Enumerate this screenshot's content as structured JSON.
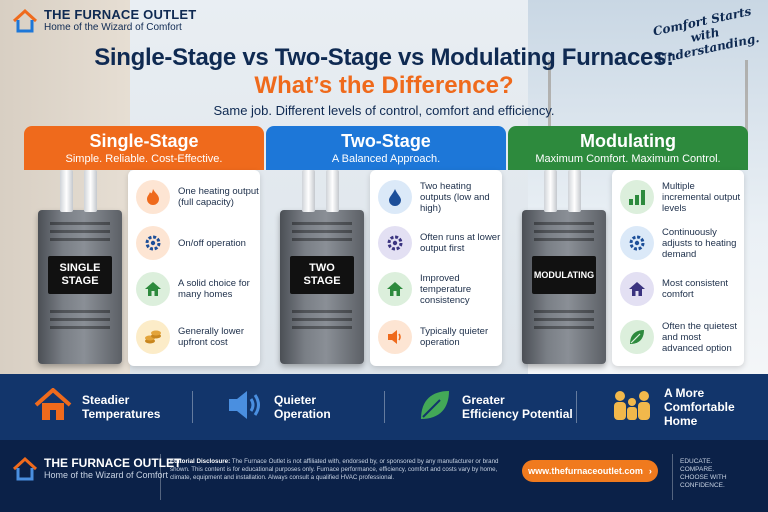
{
  "brand": {
    "name": "THE FURNACE OUTLET",
    "tagline": "Home of the Wizard of Comfort",
    "colors": {
      "navy": "#0f2a52",
      "orange": "#ef6a1c",
      "blue": "#1d77d8",
      "green": "#2d8a3d"
    }
  },
  "script_tagline": "Comfort Starts with Understanding.",
  "header": {
    "title_line1": "Single-Stage vs Two-Stage vs Modulating Furnaces:",
    "title_line2": "What’s the Difference?",
    "subtitle": "Same job. Different levels of control, comfort and efficiency."
  },
  "cards": [
    {
      "heading": "Single-Stage",
      "subheading": "Simple. Reliable. Cost-Effective.",
      "furnace_label_line1": "SINGLE",
      "furnace_label_line2": "STAGE",
      "features": [
        {
          "icon": "flame-icon",
          "text": "One heating output (full capacity)"
        },
        {
          "icon": "gear-icon",
          "text": "On/off operation"
        },
        {
          "icon": "house-icon",
          "text": "A solid choice for many homes"
        },
        {
          "icon": "coins-icon",
          "text": "Generally lower upfront cost"
        }
      ]
    },
    {
      "heading": "Two-Stage",
      "subheading": "A Balanced Approach.",
      "furnace_label_line1": "TWO",
      "furnace_label_line2": "STAGE",
      "features": [
        {
          "icon": "droplet-icon",
          "text": "Two heating outputs (low and high)"
        },
        {
          "icon": "gear-icon",
          "text": "Often runs at lower output first"
        },
        {
          "icon": "house-icon",
          "text": "Improved temperature consistency"
        },
        {
          "icon": "speaker-icon",
          "text": "Typically quieter operation"
        }
      ]
    },
    {
      "heading": "Modulating",
      "subheading": "Maximum Comfort. Maximum Control.",
      "furnace_label_line1": "MODULATING",
      "furnace_label_line2": "",
      "features": [
        {
          "icon": "bar-chart-icon",
          "text": "Multiple incremental output levels"
        },
        {
          "icon": "gear-icon",
          "text": "Continuously adjusts to heating demand"
        },
        {
          "icon": "house-icon",
          "text": "Most consistent comfort"
        },
        {
          "icon": "leaf-icon",
          "text": "Often the quietest and most advanced option"
        }
      ]
    }
  ],
  "benefits": [
    {
      "icon": "house-icon",
      "text_line1": "Steadier",
      "text_line2": "Temperatures"
    },
    {
      "icon": "speaker-icon",
      "text_line1": "Quieter",
      "text_line2": "Operation"
    },
    {
      "icon": "leaf-icon",
      "text_line1": "Greater",
      "text_line2": "Efficiency Potential"
    },
    {
      "icon": "family-icon",
      "text_line1": "A More Comfortable",
      "text_line2": "Home"
    }
  ],
  "footer": {
    "disclosure_label": "Editorial Disclosure:",
    "disclosure_text": "The Furnace Outlet is not affiliated with, endorsed by, or sponsored by any manufacturer or brand shown. This content is for educational purposes only. Furnace performance, efficiency, comfort and costs vary by home, climate, equipment and installation. Always consult a qualified HVAC professional.",
    "url": "www.thefurnaceoutlet.com",
    "motto_line1": "EDUCATE.",
    "motto_line2": "COMPARE.",
    "motto_line3": "CHOOSE WITH CONFIDENCE."
  }
}
